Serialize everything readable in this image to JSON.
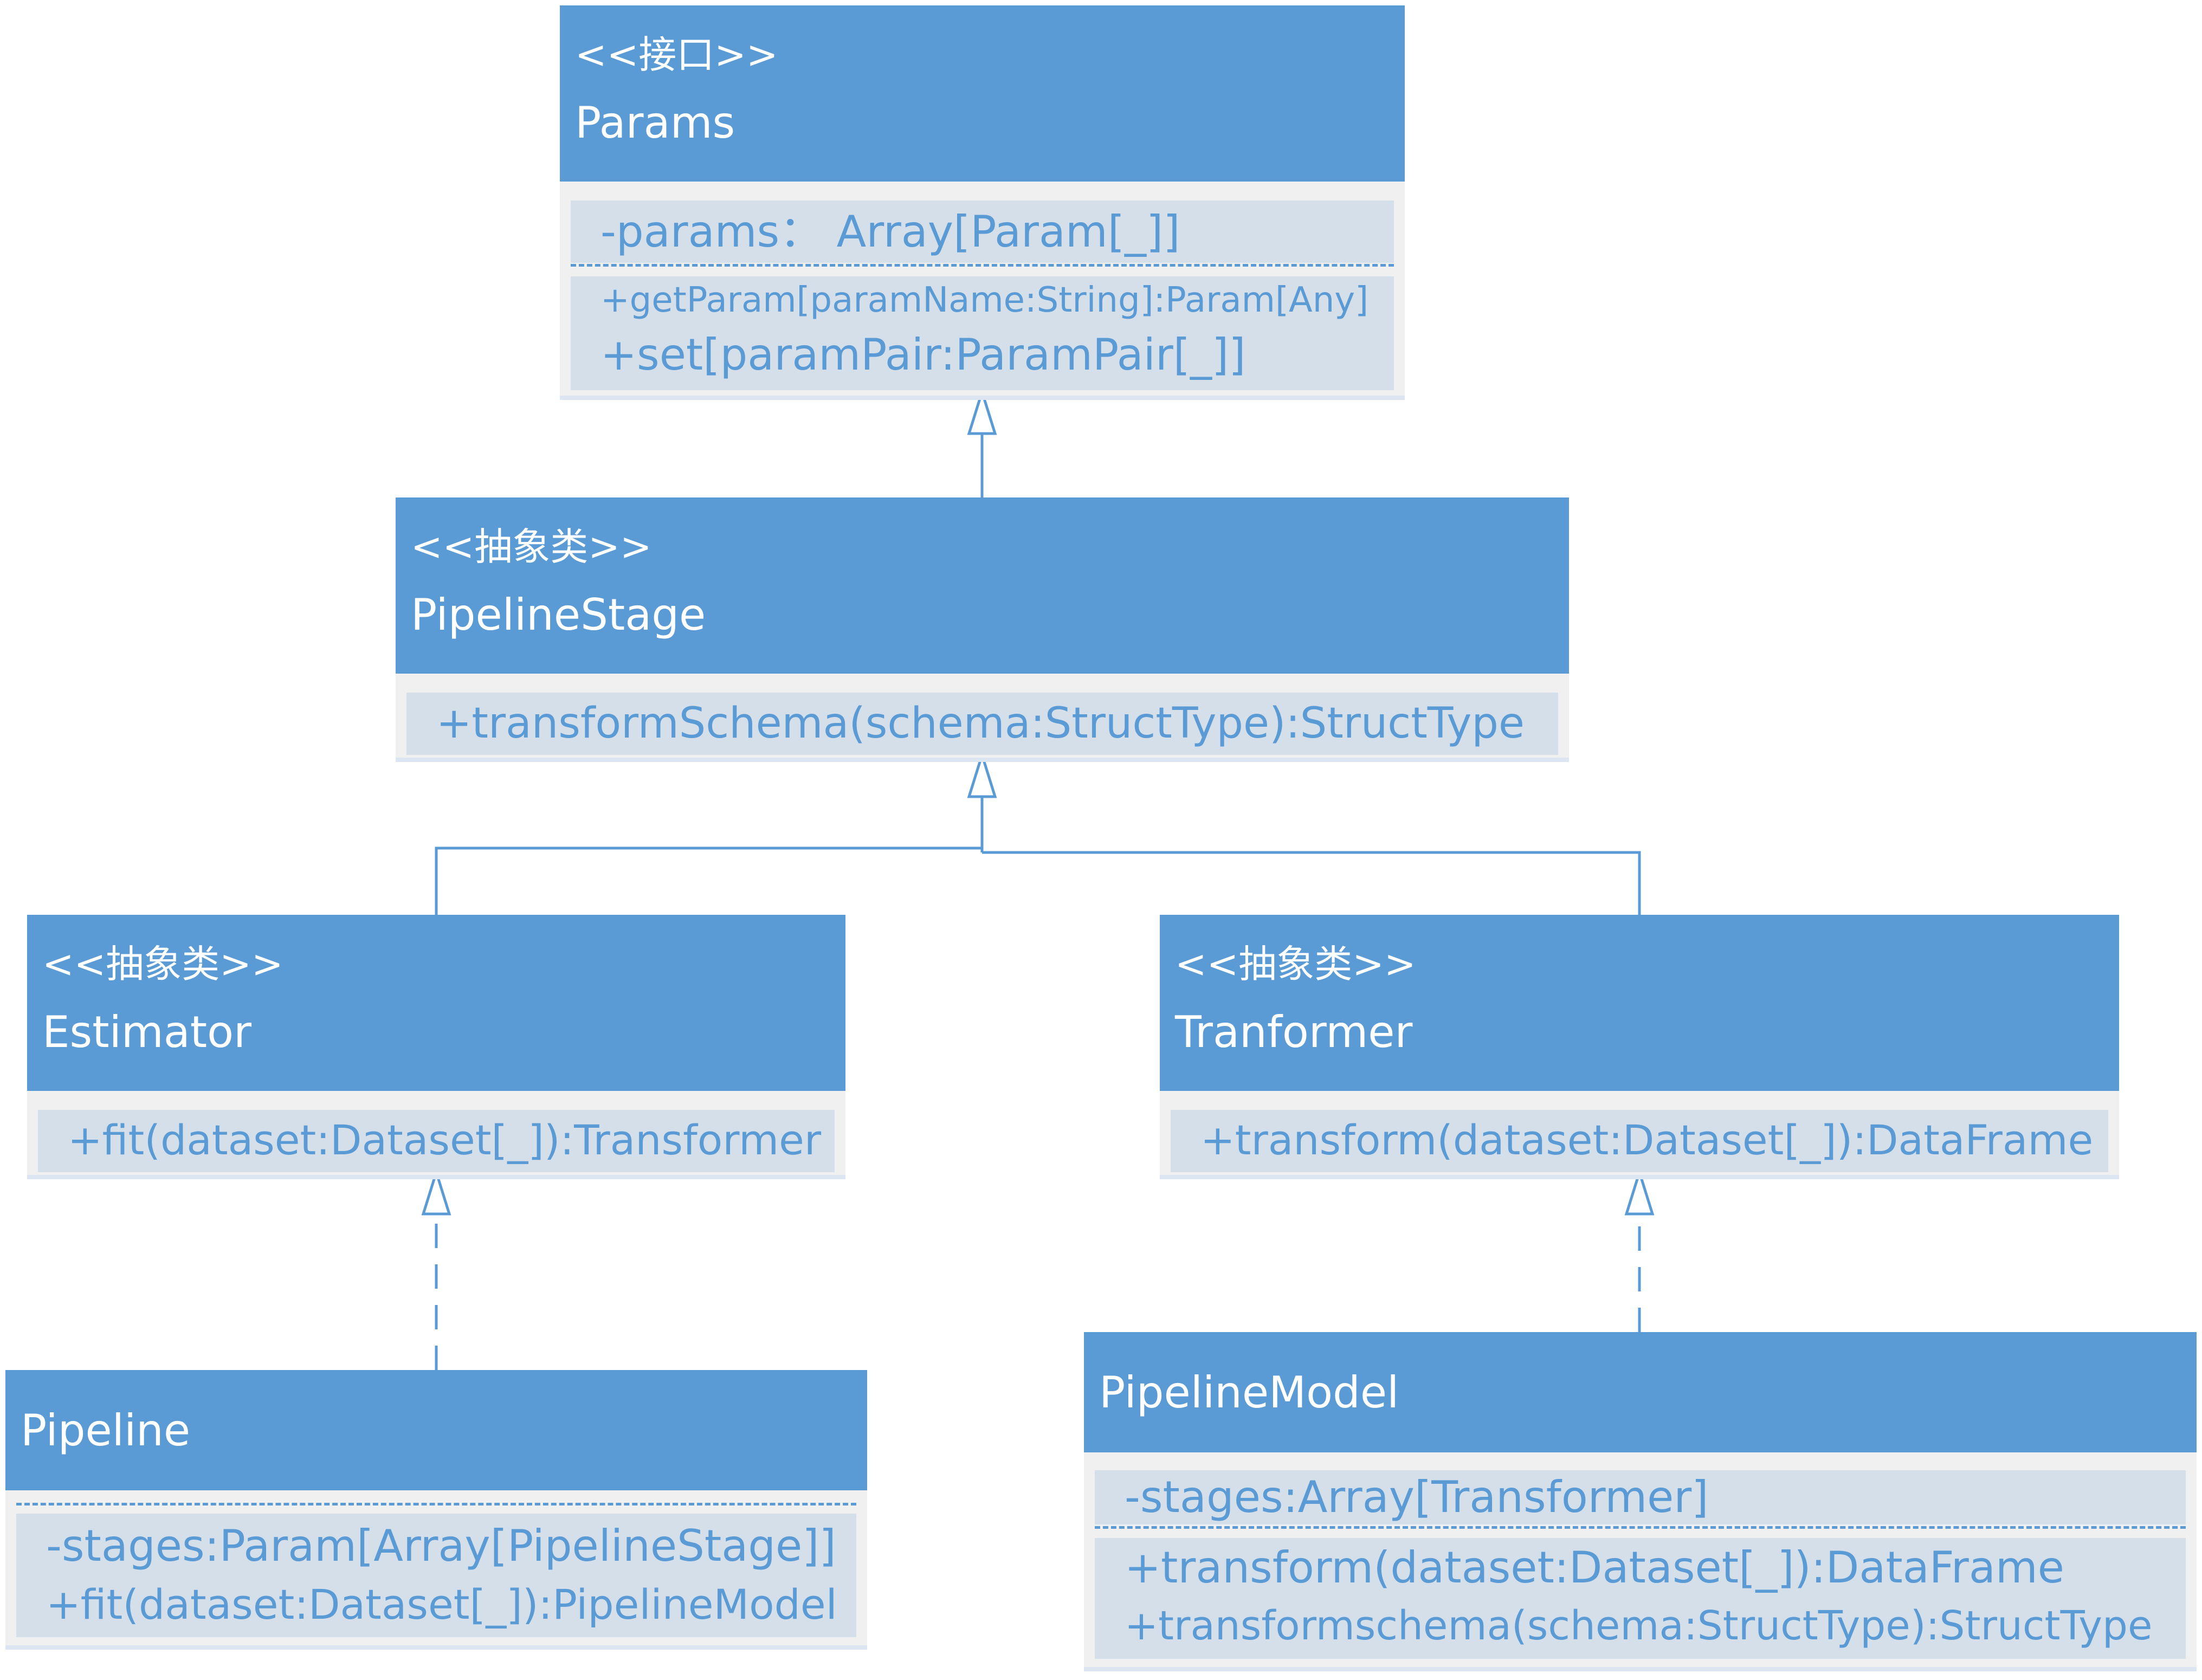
{
  "params": {
    "stereotype": "<<接口>>",
    "name": "Params",
    "attributes": [
      "-params： Array[Param[_]]"
    ],
    "methods": [
      "+getParam[paramName:String]:Param[Any]",
      "+set[paramPair:ParamPair[_]]"
    ]
  },
  "pipeline_stage": {
    "stereotype": "<<抽象类>>",
    "name": "PipelineStage",
    "methods": [
      "+transformSchema(schema:StructType):StructType"
    ]
  },
  "estimator": {
    "stereotype": "<<抽象类>>",
    "name": "Estimator",
    "methods": [
      "+fit(dataset:Dataset[_]):Transformer"
    ]
  },
  "transformer": {
    "stereotype": "<<抽象类>>",
    "name": "Tranformer",
    "methods": [
      "+transform(dataset:Dataset[_]):DataFrame"
    ]
  },
  "pipeline": {
    "name": "Pipeline",
    "members": [
      "-stages:Param[Array[PipelineStage]]",
      "+fit(dataset:Dataset[_]):PipelineModel"
    ]
  },
  "pipeline_model": {
    "name": "PipelineModel",
    "attributes": [
      "-stages:Array[Transformer]"
    ],
    "methods": [
      "+transform(dataset:Dataset[_]):DataFrame",
      "+transformschema(schema:StructType):StructType"
    ]
  },
  "relations": [
    {
      "from": "PipelineStage",
      "to": "Params",
      "type": "generalization"
    },
    {
      "from": "Estimator",
      "to": "PipelineStage",
      "type": "generalization"
    },
    {
      "from": "Tranformer",
      "to": "PipelineStage",
      "type": "generalization"
    },
    {
      "from": "Pipeline",
      "to": "Estimator",
      "type": "realization"
    },
    {
      "from": "PipelineModel",
      "to": "Tranformer",
      "type": "realization"
    }
  ],
  "colors": {
    "header": "#5b9bd5",
    "body": "#f0f0f0",
    "section": "#d5dfea",
    "member_text": "#5b9bd5",
    "header_text": "#ffffff",
    "connector": "#5b9bd5"
  }
}
